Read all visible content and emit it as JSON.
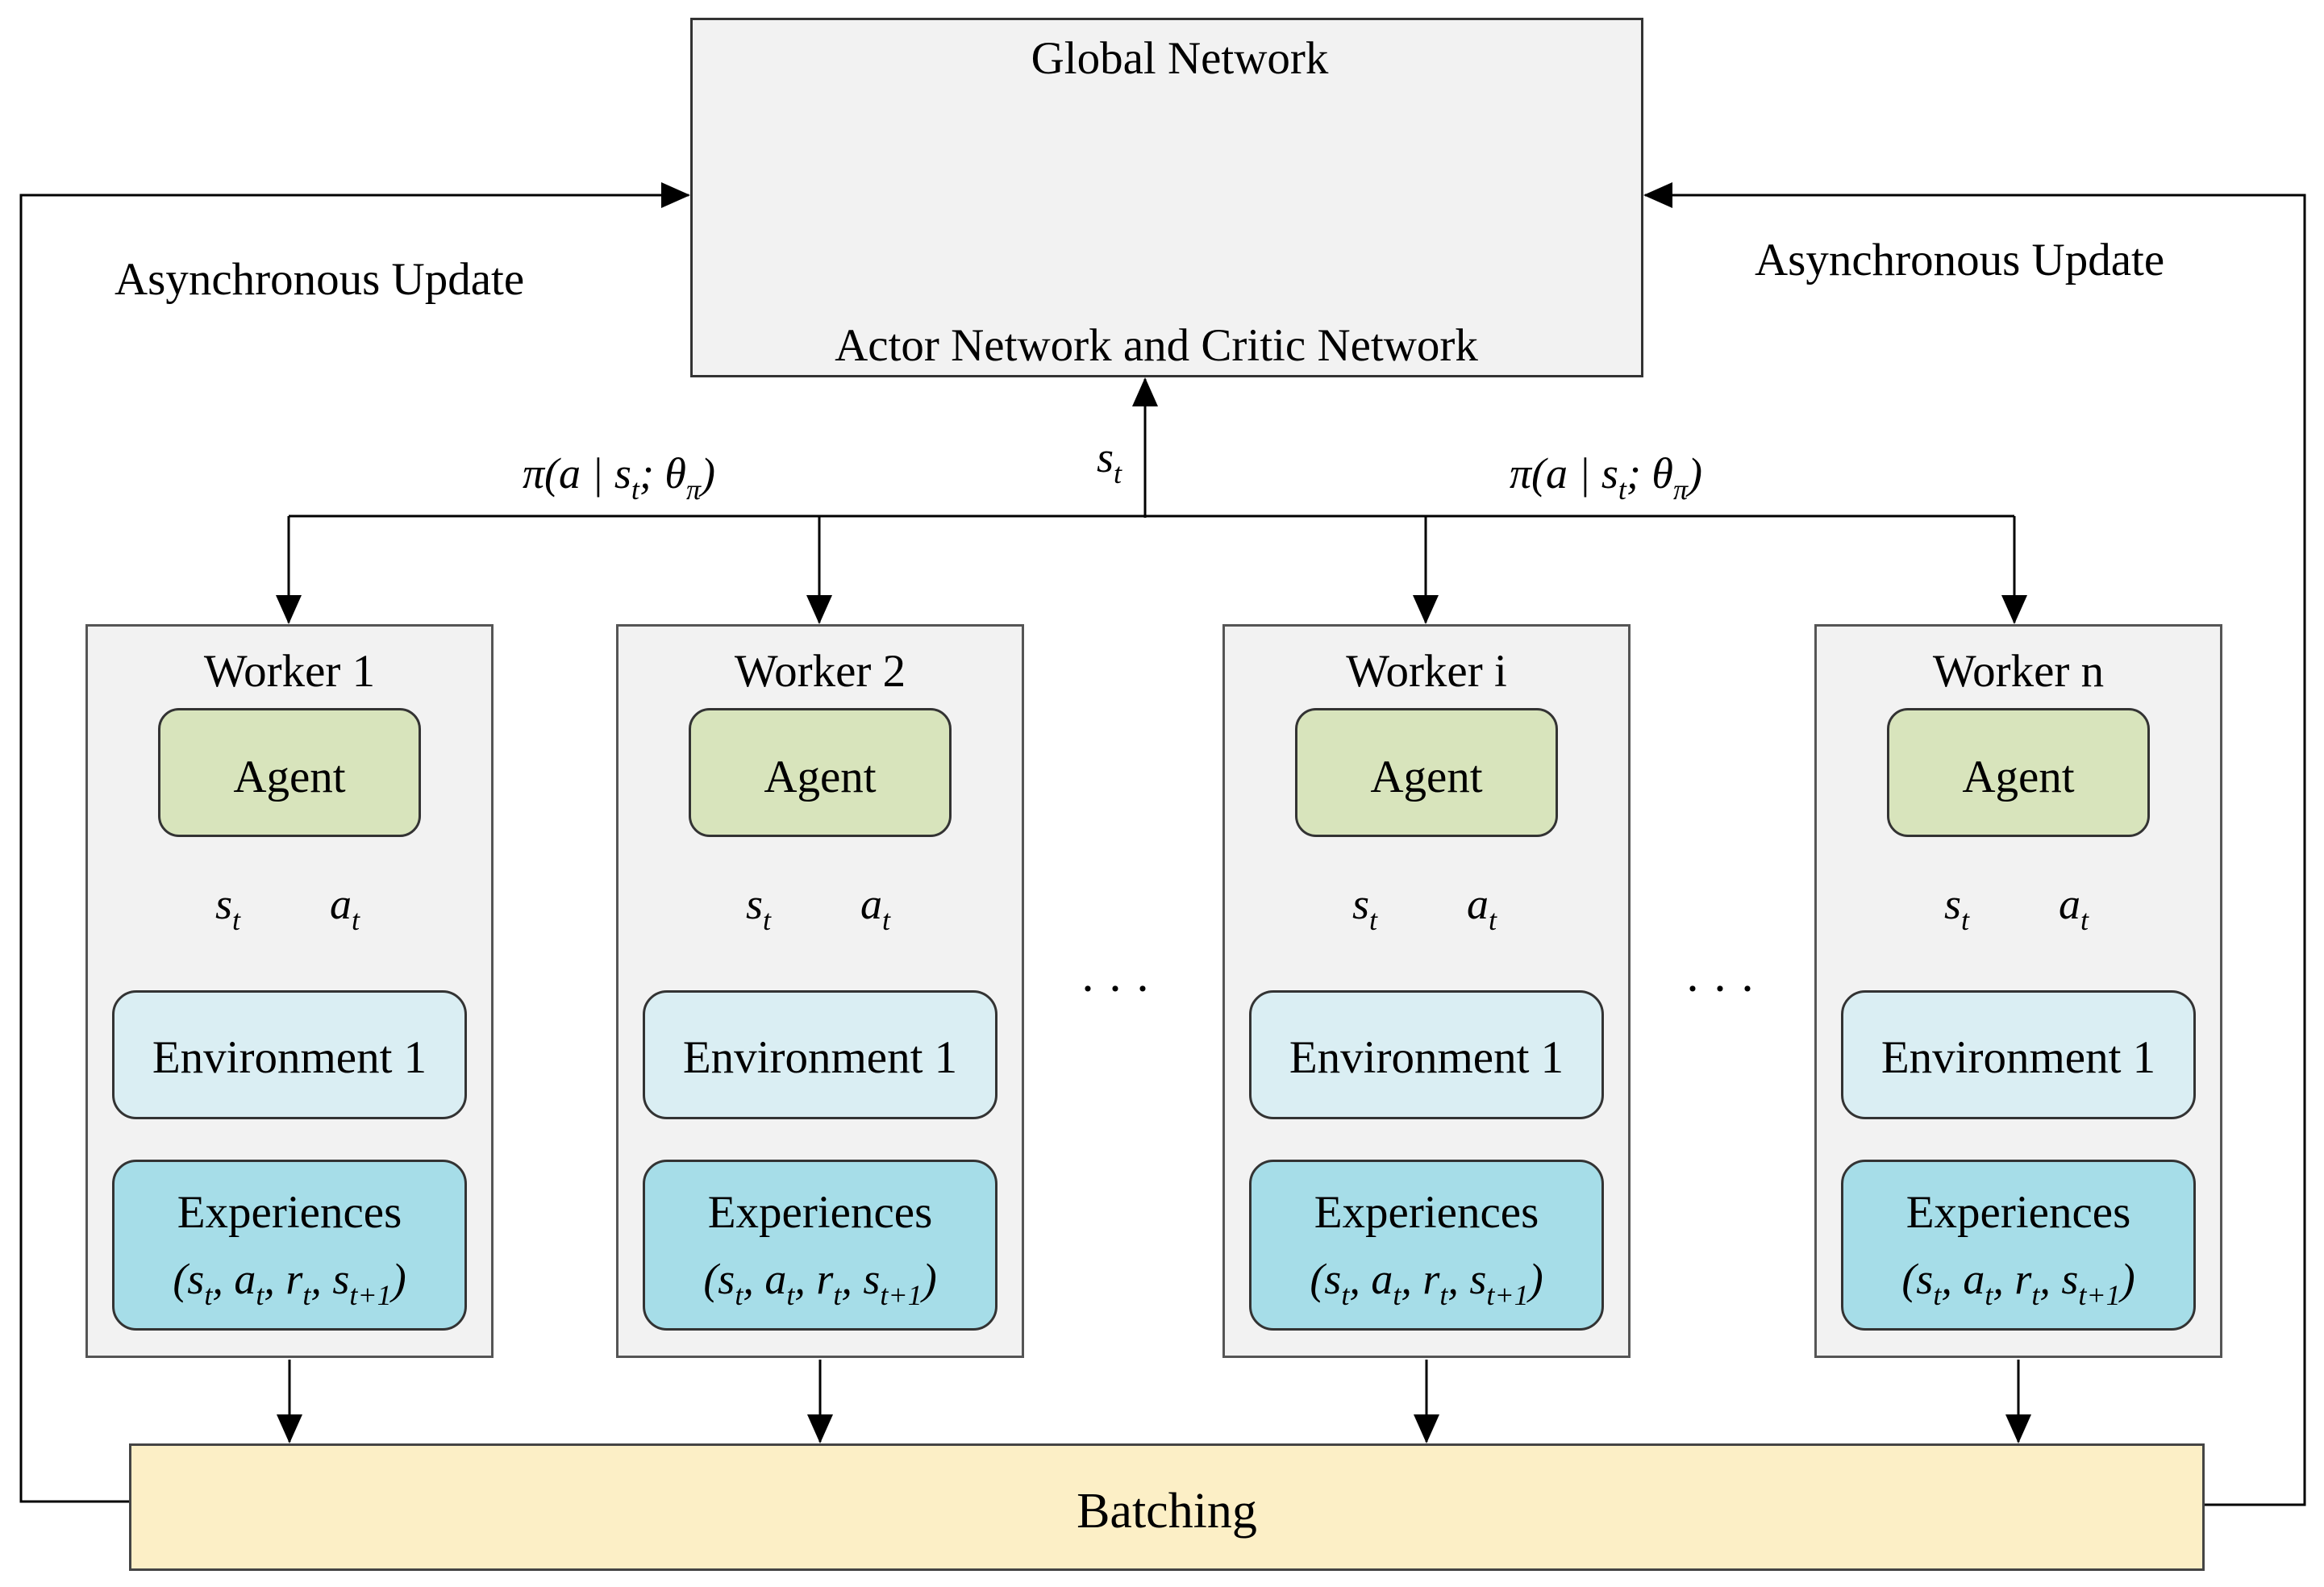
{
  "global_network": {
    "title": "Global Network",
    "subtitle": "Actor Network and Critic Network"
  },
  "left_update_label": "Asynchronous Update",
  "right_update_label": "Asynchronous Update",
  "policy_label_left": "π(a | s_t; θ_π)",
  "policy_label_right": "π(a | s_t; θ_π)",
  "state_label_top": "s_t",
  "workers": [
    {
      "title": "Worker 1",
      "agent": "Agent",
      "state": "s_t",
      "action": "a_t",
      "environment": "Environment 1",
      "experiences_title": "Experiences",
      "experiences_tuple": "(s_t, a_t, r_t, s_t+1)"
    },
    {
      "title": "Worker 2",
      "agent": "Agent",
      "state": "s_t",
      "action": "a_t",
      "environment": "Environment 1",
      "experiences_title": "Experiences",
      "experiences_tuple": "(s_t, a_t, r_t, s_t+1)"
    },
    {
      "title": "Worker i",
      "agent": "Agent",
      "state": "s_t",
      "action": "a_t",
      "environment": "Environment 1",
      "experiences_title": "Experiences",
      "experiences_tuple": "(s_t, a_t, r_t, s_t+1)"
    },
    {
      "title": "Worker n",
      "agent": "Agent",
      "state": "s_t",
      "action": "a_t",
      "environment": "Environment 1",
      "experiences_title": "Experiences",
      "experiences_tuple": "(s_t, a_t, r_t, s_t+1)"
    }
  ],
  "ellipsis_1": "···",
  "ellipsis_2": "···",
  "batching": "Batching",
  "colors": {
    "box_fill": "#f2f2f2",
    "agent_fill": "#d8e4bc",
    "environment_fill": "#daeef3",
    "experiences_fill": "#a6dde8",
    "batching_fill": "#fcefc6",
    "input_node": "#f4b6b0",
    "hidden_node": "#d9c8e6",
    "output_node": "#fcd7ac"
  }
}
